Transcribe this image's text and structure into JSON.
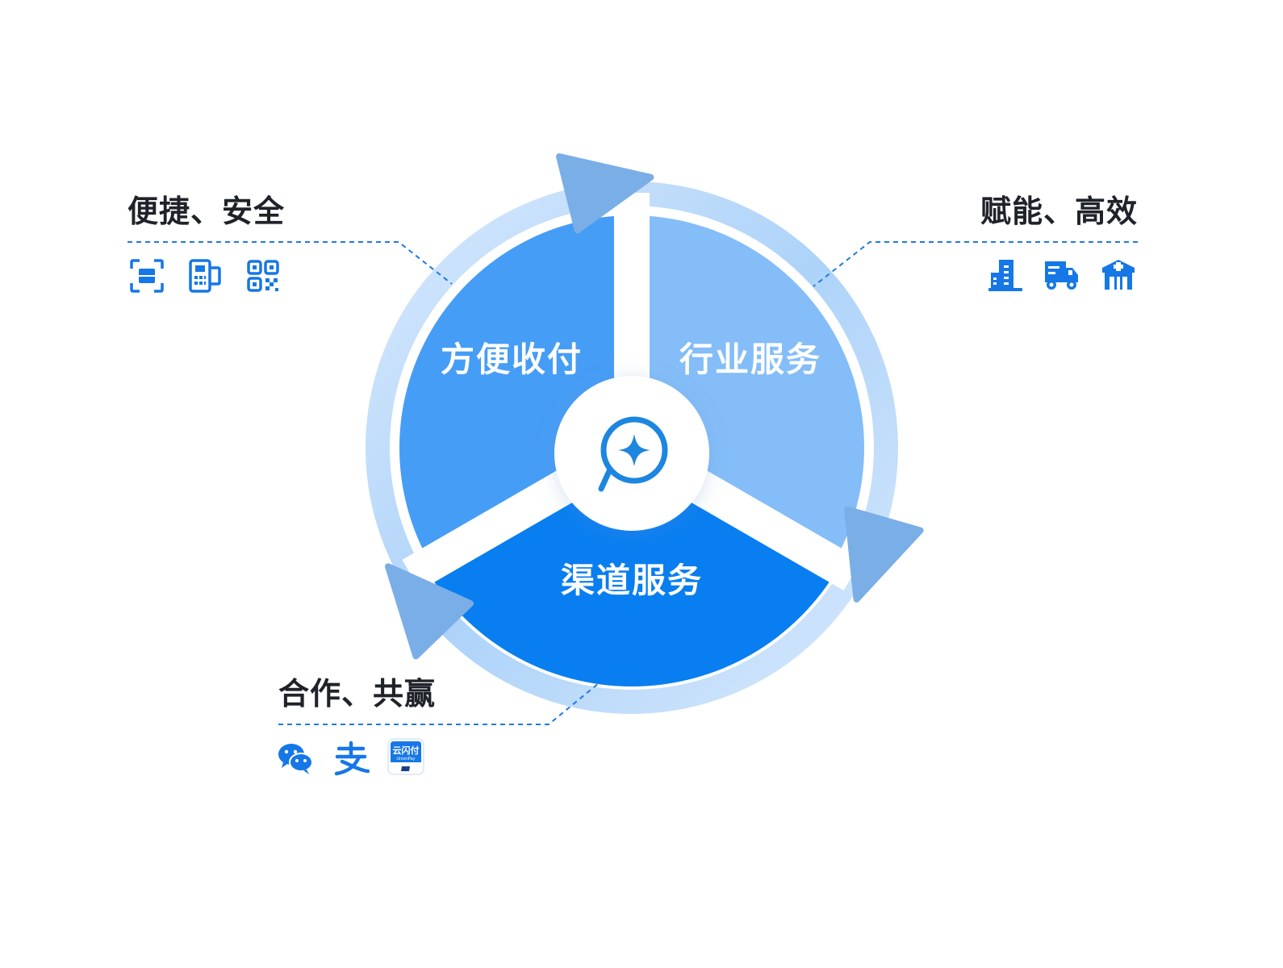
{
  "center": {
    "logo": "brand-logo"
  },
  "segments": [
    {
      "id": "convenient-payment",
      "label": "方便收付",
      "color": "#469df5"
    },
    {
      "id": "industry-service",
      "label": "行业服务",
      "color": "#84bdf8"
    },
    {
      "id": "channel-service",
      "label": "渠道服务",
      "color": "#087ef0"
    }
  ],
  "callouts": {
    "top_left": {
      "title": "便捷、安全",
      "icons": [
        "scan-icon",
        "pos-terminal-icon",
        "qr-code-icon"
      ]
    },
    "top_right": {
      "title": "赋能、高效",
      "icons": [
        "building-icon",
        "delivery-truck-icon",
        "hospital-icon"
      ]
    },
    "bottom_left": {
      "title": "合作、共赢",
      "icons": [
        "wechat-pay-icon",
        "alipay-icon",
        "unionpay-cloud-icon"
      ],
      "unionpay_text": "云闪付",
      "unionpay_sub": "UnionPay"
    }
  },
  "colors": {
    "accent": "#0a7ef0",
    "ring": "#a9d0fa",
    "arrow": "#7aaee6",
    "text": "#1f2329"
  }
}
